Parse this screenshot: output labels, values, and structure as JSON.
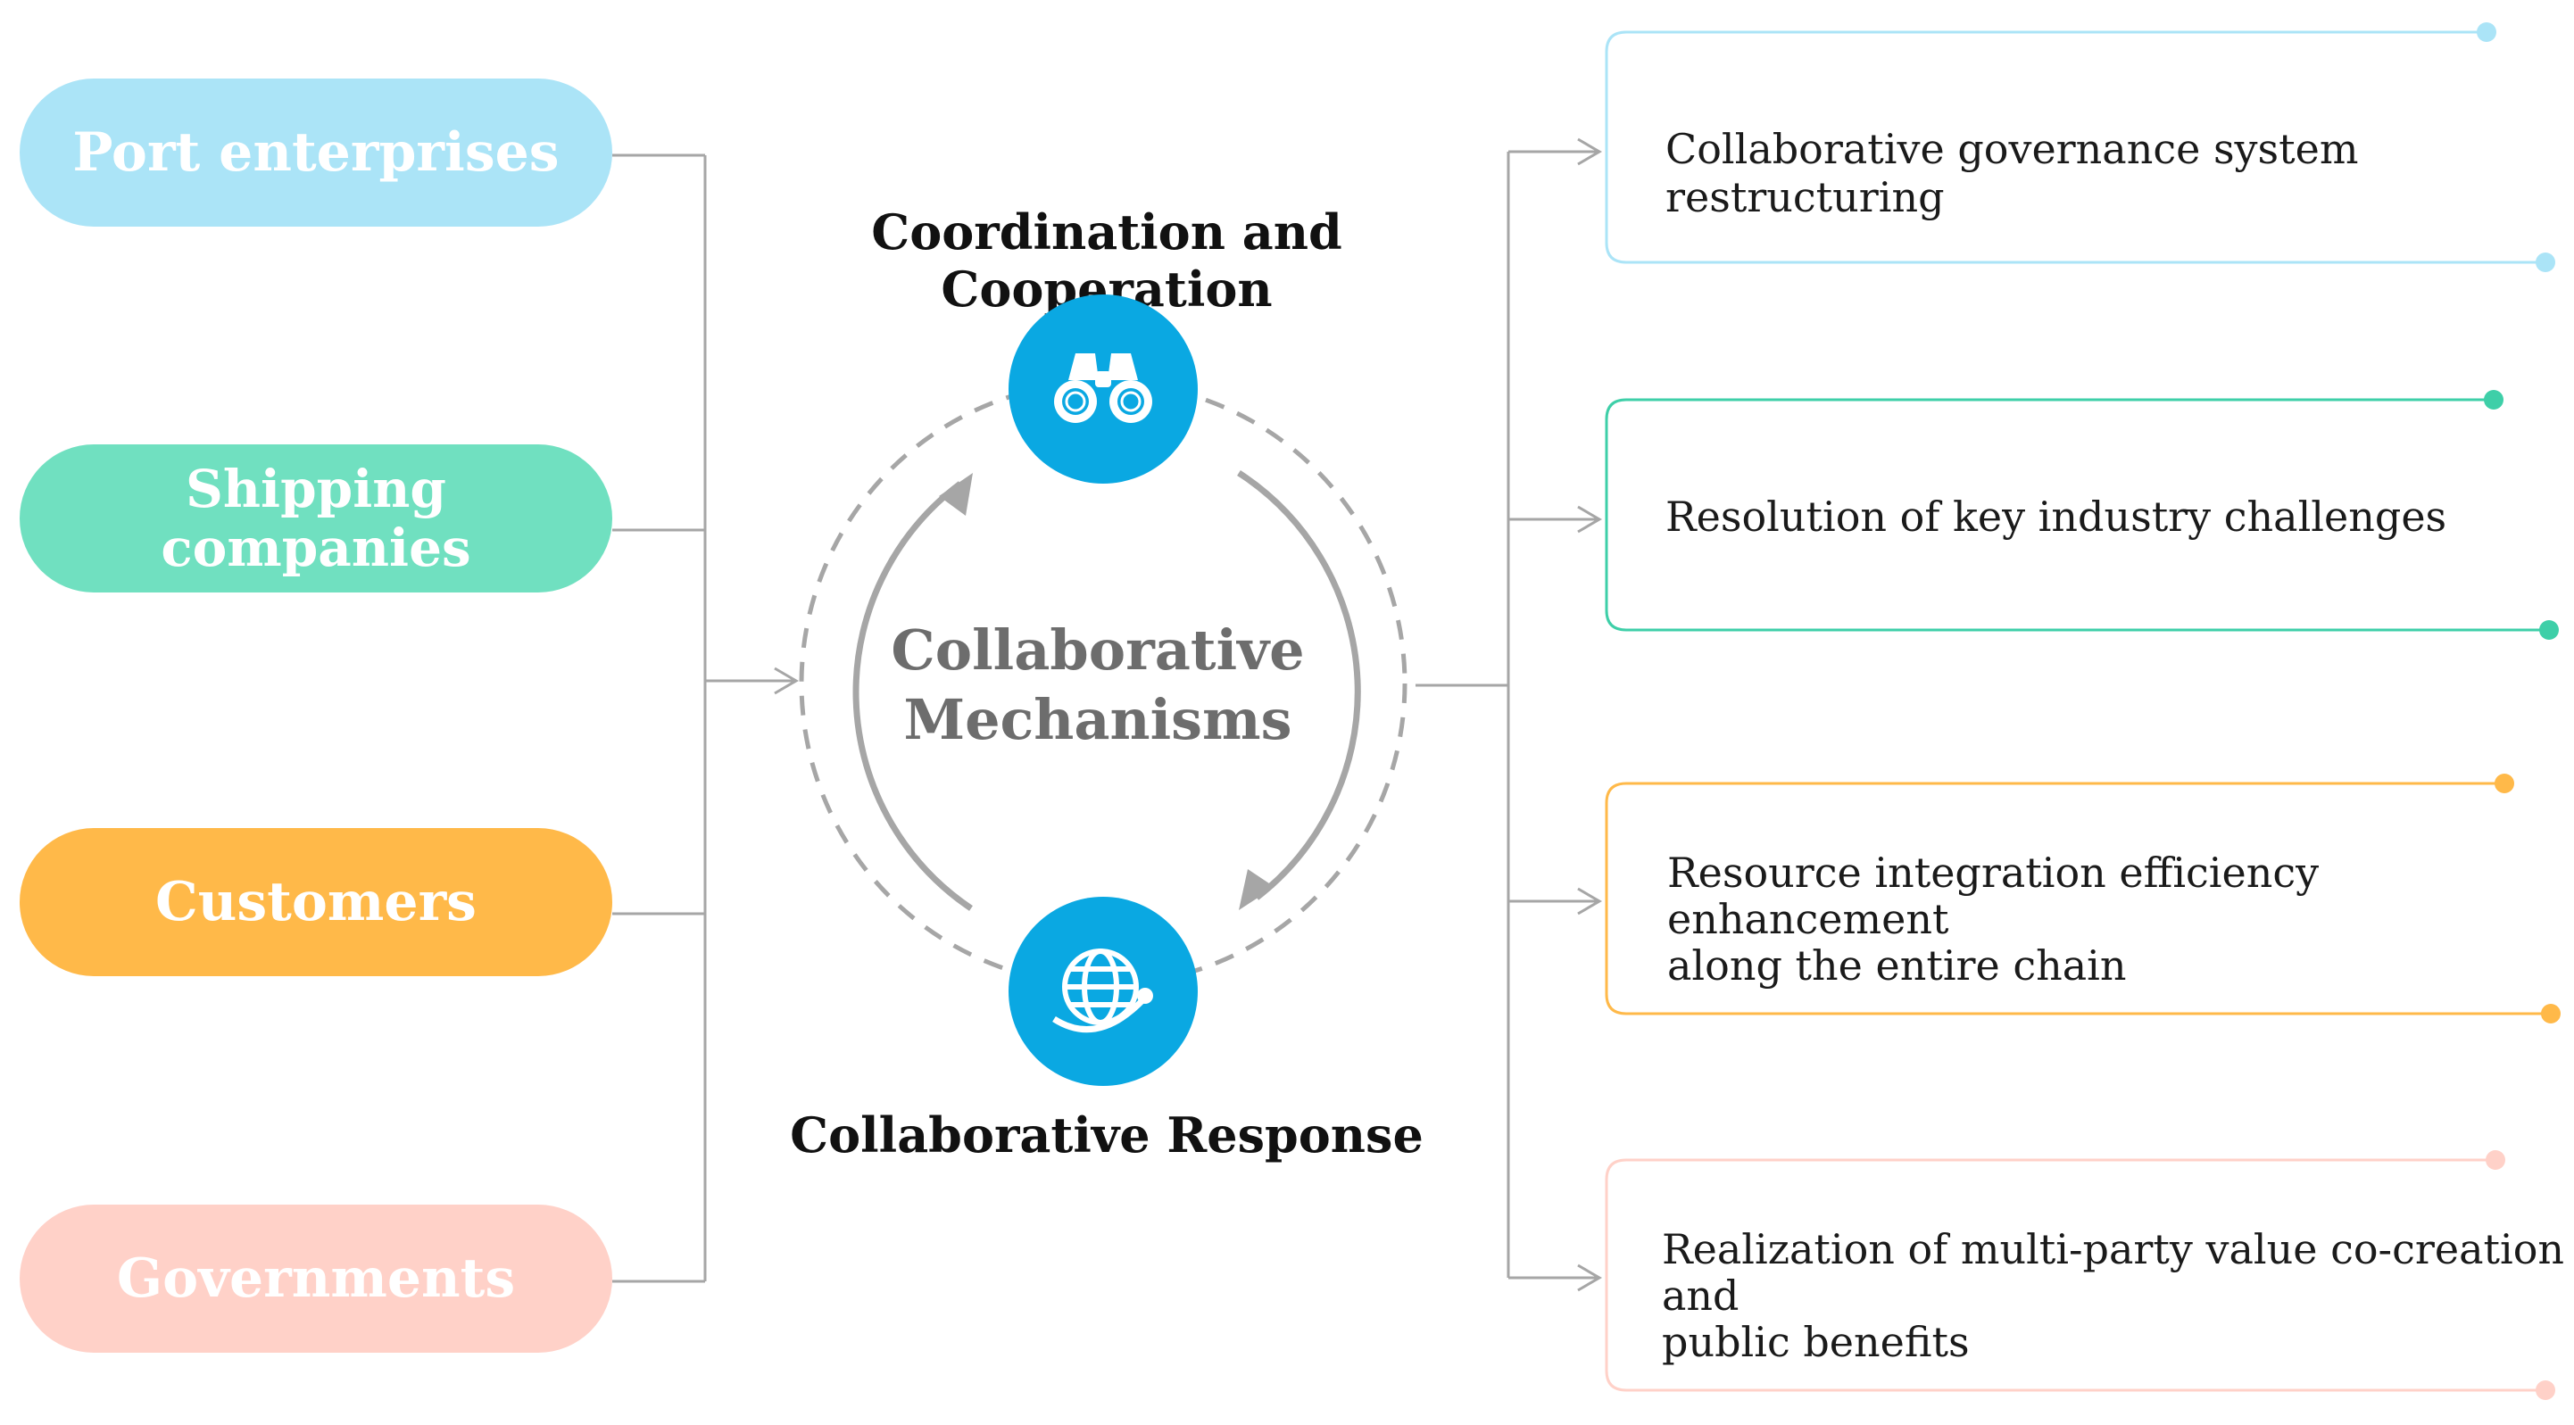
{
  "stakeholders": [
    {
      "label": "Port enterprises",
      "color": "#abe4f7"
    },
    {
      "label": "Shipping companies",
      "line1": "Shipping",
      "line2": "companies",
      "color": "#70e0c0"
    },
    {
      "label": "Customers",
      "color": "#ffb949"
    },
    {
      "label": "Governments",
      "color": "#ffd1c8"
    }
  ],
  "center": {
    "top_title": "Coordination and Cooperation",
    "bottom_title": "Collaborative Response",
    "label_line1": "Collaborative",
    "label_line2": "Mechanisms",
    "icon_color": "#0aa8e2",
    "top_icon": "binoculars-icon",
    "bottom_icon": "globe-icon"
  },
  "outcomes": [
    {
      "text": "Collaborative governance system restructuring",
      "color": "#abe4f7"
    },
    {
      "text": "Resolution of key industry challenges",
      "color": "#3ecfa8"
    },
    {
      "text": "Resource integration efficiency enhancement along the entire chain",
      "line1": "Resource integration efficiency enhancement",
      "line2": "along the entire chain",
      "color": "#ffb949"
    },
    {
      "text": "Realization of multi-party value co-creation and public benefits",
      "line1": "Realization of multi-party value co-creation and",
      "line2": "public benefits",
      "color": "#ffd1c8"
    }
  ]
}
